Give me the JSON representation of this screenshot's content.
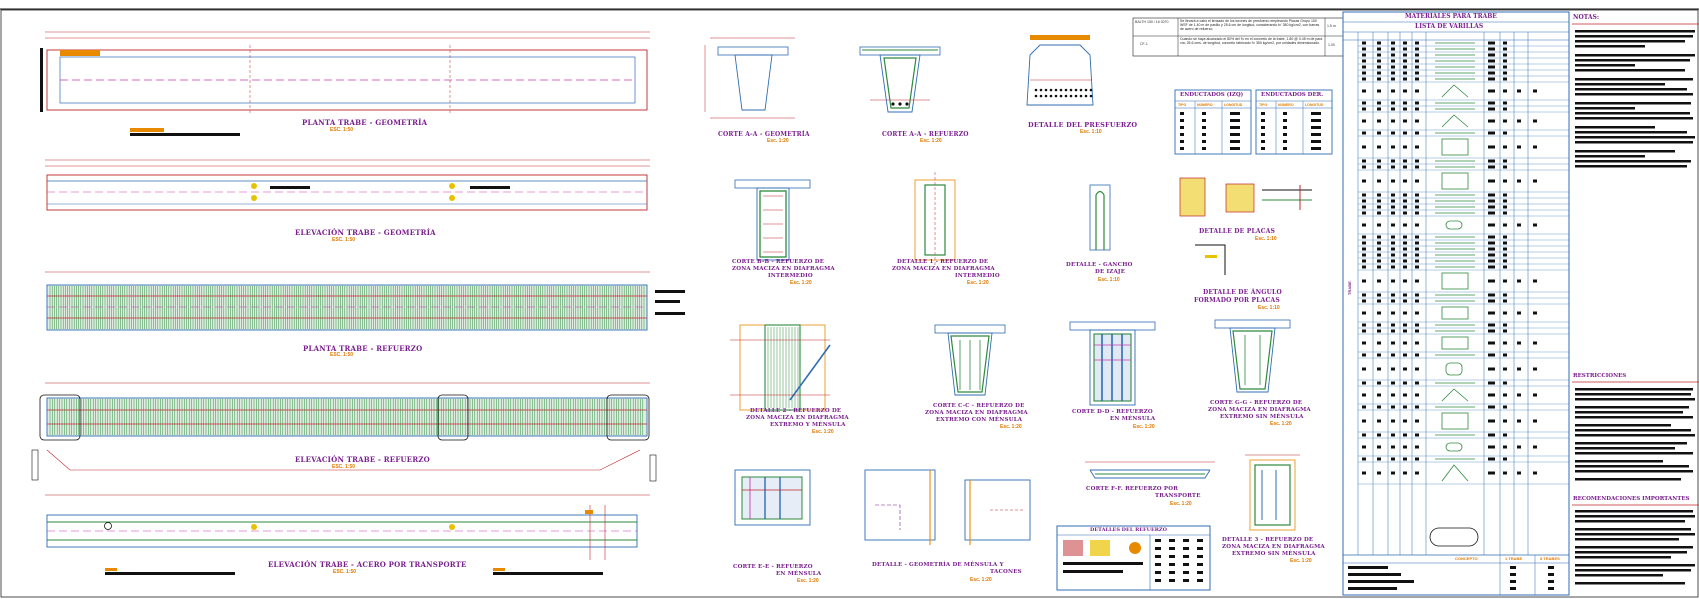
{
  "views": {
    "planta_geometria": {
      "title": "PLANTA TRABE - GEOMETRÍA",
      "scale": "ESC. 1:50"
    },
    "elevacion_geometria": {
      "title": "ELEVACIÓN TRABE - GEOMETRÍA",
      "scale": "ESC. 1:50"
    },
    "planta_refuerzo": {
      "title": "PLANTA TRABE - REFUERZO",
      "scale": "ESC. 1:50"
    },
    "elevacion_refuerzo": {
      "title": "ELEVACIÓN TRABE - REFUERZO",
      "scale": "ESC. 1:50"
    },
    "elevacion_acero": {
      "title": "ELEVACIÓN TRABE - ACERO POR TRANSPORTE",
      "scale": "ESC. 1:50"
    }
  },
  "details": {
    "corte_aa_geom": {
      "title": "CORTE A-A - GEOMETRÍA",
      "scale": "Esc. 1:20"
    },
    "corte_aa_ref": {
      "title": "CORTE A-A - REFUERZO",
      "scale": "Esc. 1:20"
    },
    "presfuerzo": {
      "title": "DETALLE DEL PRESFUERZO",
      "scale": "Esc. 1:10"
    },
    "corte_bb": {
      "line1": "CORTE B-B - REFUERZO DE",
      "line2": "ZONA MACIZA EN DIAFRAGMA",
      "line3": "INTERMEDIO",
      "scale": "Esc. 1:20"
    },
    "detalle1": {
      "line1": "DETALLE 1 - REFUERZO DE",
      "line2": "ZONA MACIZA EN DIAFRAGMA",
      "line3": "INTERMEDIO",
      "scale": "Esc. 1:20"
    },
    "gancho": {
      "line1": "DETALLE - GANCHO",
      "line2": "DE IZAJE",
      "scale": "Esc. 1:10"
    },
    "placas": {
      "title": "DETALLE DE PLACAS",
      "scale": "Esc. 1:10"
    },
    "angulo": {
      "line1": "DETALLE DE ÁNGULO",
      "line2": "FORMADO POR PLACAS",
      "scale": "Esc. 1:10"
    },
    "detalle2": {
      "line1": "DETALLE 2 - REFUERZO DE",
      "line2": "ZONA MACIZA EN DIAFRAGMA",
      "line3": "EXTREMO Y MÉNSULA",
      "scale": "Esc. 1:20"
    },
    "corte_cc": {
      "line1": "CORTE C-C - REFUERZO DE",
      "line2": "ZONA MACIZA EN DIAFRAGMA",
      "line3": "EXTREMO CON MÉNSULA",
      "scale": "Esc. 1:20"
    },
    "corte_dd": {
      "line1": "CORTE D-D - REFUERZO",
      "line2": "EN MÉNSULA",
      "scale": "Esc. 1:20"
    },
    "corte_gg": {
      "line1": "CORTE G-G - REFUERZO DE",
      "line2": "ZONA MACIZA EN DIAFRAGMA",
      "line3": "EXTREMO SIN MÉNSULA",
      "scale": "Esc. 1:20"
    },
    "corte_ee": {
      "line1": "CORTE E-E - REFUERZO",
      "line2": "EN MÉNSULA",
      "scale": "Esc. 1:20"
    },
    "mensula": {
      "line1": "DETALLE - GEOMETRÍA DE MÉNSULA Y",
      "line2": "TACONES",
      "scale": "Esc. 1:20"
    },
    "corte_ff": {
      "line1": "CORTE F-F. REFUERZO POR",
      "line2": "TRANSPORTE",
      "scale": "Esc. 1:20"
    },
    "detalle3": {
      "line1": "DETALLE 3 - REFUERZO DE",
      "line2": "ZONA MACIZA EN DIAFRAGMA",
      "line3": "EXTREMO SIN MÉNSULA",
      "scale": "Esc. 1:20"
    },
    "detalles_refuerzo": {
      "title": "DETALLES DEL REFUERZO"
    }
  },
  "ductos": {
    "izq_title": "ENDUCTADOS (IZQ)",
    "der_title": "ENDUCTADOS DER.",
    "cols": [
      "TIPO",
      "NÚMERO",
      "LONGITUD"
    ]
  },
  "materiales": {
    "title1": "MATERIALES PARA TRABE",
    "title2": "LISTA DE VARILLAS",
    "side_label": "TRABE",
    "footer": "CONCEPTO",
    "footer_cols": [
      "1 TRABE",
      "5 TRABES"
    ]
  },
  "notes": {
    "title": "NOTAS:",
    "restricciones": "RESTRICCIONES",
    "recomendaciones": "RECOMENDACIONES IMPORTANTES"
  },
  "header_table": {
    "row1_text": "Se llevará a cabo el tensado de los torones de presfuerzo empleando Placas Grupo 100 WSF de 1.40 m de pasillo y 25.6 cm de longitud, considerando fc' 350 kg/cm2, con barras de acero de refuerzo.",
    "row2_text": "Cuando se haya alcanzado el 80% del f'c en el concreto de la trabe, 1.80 @ 0.45 m de para vía; 25.6 cms. de longitud, concreto fabricado f'c 350 kg/cm2, por unidades dimensionado.",
    "row1_code": "BALTH 150 / 16 3070",
    "row2_code": "CF-1",
    "row1_val": "1.5 m",
    "row2_val": "1.00"
  },
  "colors": {
    "red": "#c0262a",
    "blue": "#2f6db5",
    "green": "#2d8a3e",
    "purple": "#7a1f8f",
    "orange": "#e88a00",
    "magenta": "#c23fb0",
    "yellow": "#e8c200"
  }
}
